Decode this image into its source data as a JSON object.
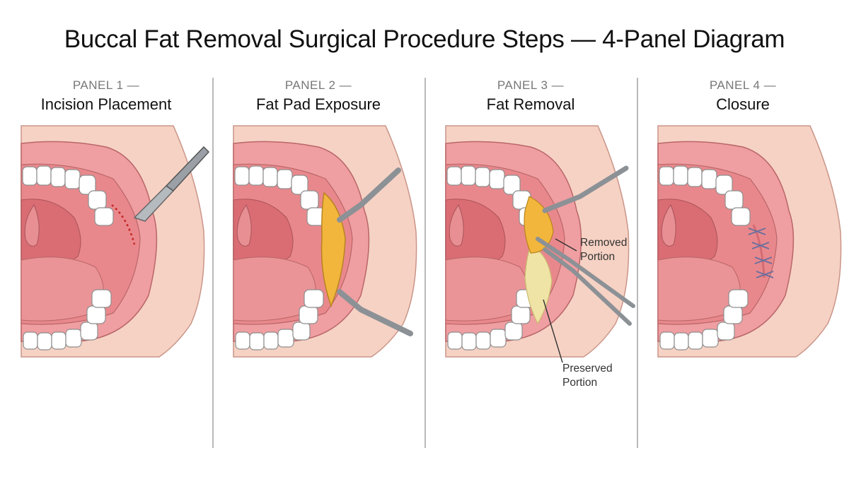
{
  "title": "Buccal Fat Removal Surgical Procedure Steps — 4-Panel Diagram",
  "panels": [
    {
      "number": "PANEL 1 —",
      "name": "Incision Placement"
    },
    {
      "number": "PANEL 2 —",
      "name": "Fat Pad Exposure"
    },
    {
      "number": "PANEL 3 —",
      "name": "Fat Removal",
      "labels": {
        "removed_1": "Removed",
        "removed_2": "Portion",
        "preserved_1": "Preserved",
        "preserved_2": "Portion"
      }
    },
    {
      "number": "PANEL 4 —",
      "name": "Closure"
    }
  ],
  "colors": {
    "skin": "#f6d2c4",
    "lip": "#ef9ea1",
    "mucosa": "#e9888c",
    "throat": "#d96d73",
    "tongue": "#ea9497",
    "fat": "#f2b63c",
    "preserved_fat": "#efe3a6",
    "incision": "#c62828",
    "suture": "#6b6f9e",
    "instrument": "#9aa0a6"
  }
}
